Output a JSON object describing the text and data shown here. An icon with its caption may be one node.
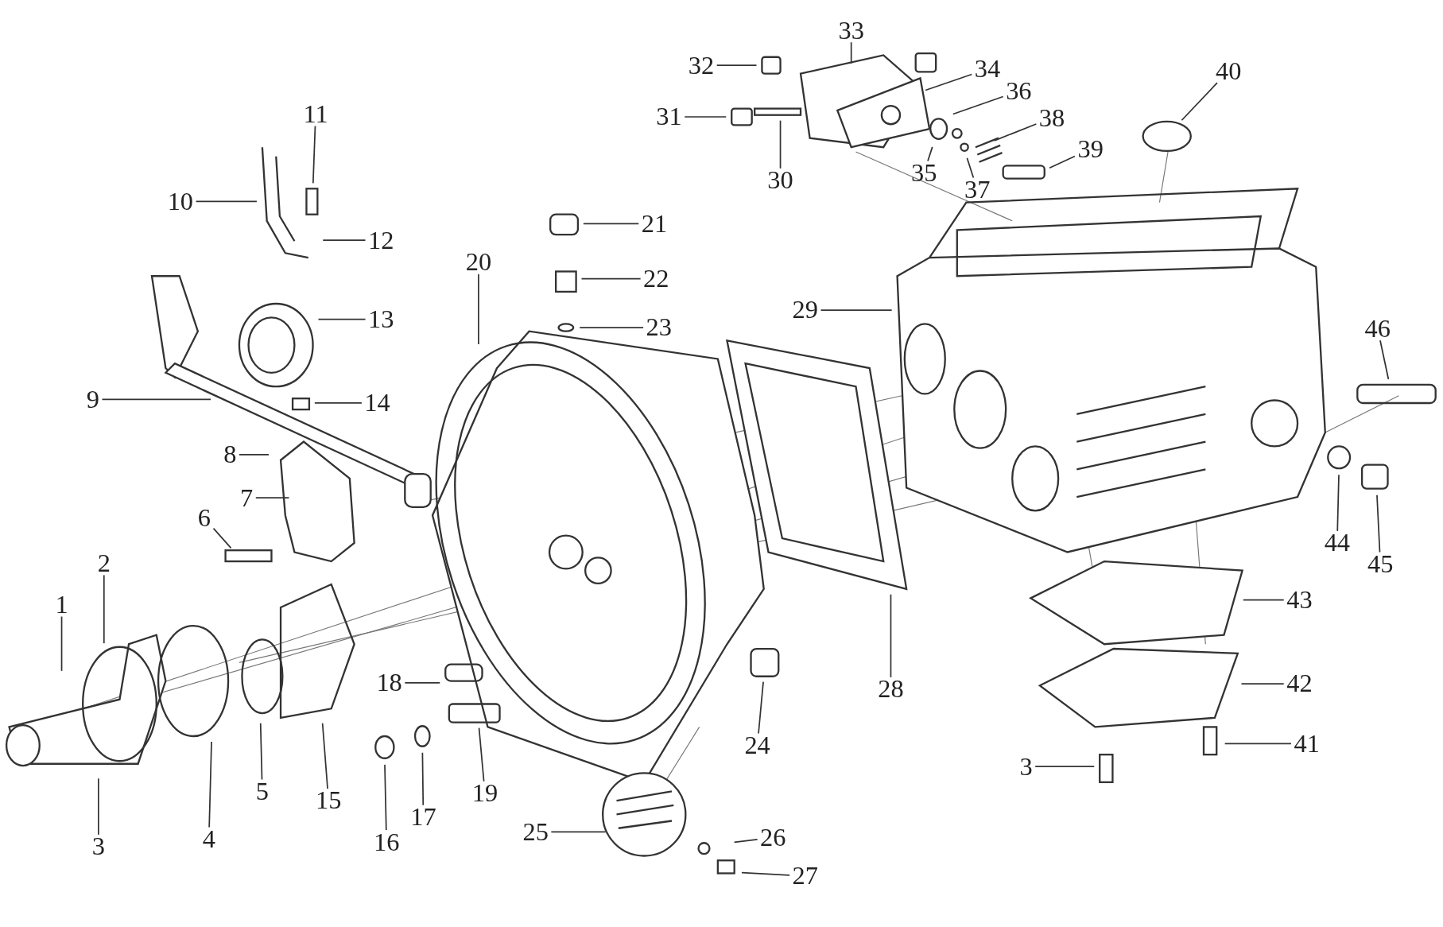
{
  "diagram": {
    "nodes": [
      {
        "text": [
          "1"
        ]
      },
      {
        "text": [
          "2"
        ]
      },
      {
        "text": [
          "3"
        ]
      },
      {
        "text": [
          "4"
        ]
      },
      {
        "text": [
          "5"
        ]
      },
      {
        "text": [
          "6"
        ]
      },
      {
        "text": [
          "7"
        ]
      },
      {
        "text": [
          "8"
        ]
      },
      {
        "text": [
          "9"
        ]
      },
      {
        "text": [
          "10"
        ]
      },
      {
        "text": [
          "11"
        ]
      },
      {
        "text": [
          "12"
        ]
      },
      {
        "text": [
          "13"
        ]
      },
      {
        "text": [
          "14"
        ]
      },
      {
        "text": [
          "15"
        ]
      },
      {
        "text": [
          "16"
        ]
      },
      {
        "text": [
          "17"
        ]
      },
      {
        "text": [
          "18"
        ]
      },
      {
        "text": [
          "19"
        ]
      },
      {
        "text": [
          "20"
        ]
      },
      {
        "text": [
          "21"
        ]
      },
      {
        "text": [
          "22"
        ]
      },
      {
        "text": [
          "23"
        ]
      },
      {
        "text": [
          "24"
        ]
      },
      {
        "text": [
          "25"
        ]
      },
      {
        "text": [
          "26"
        ]
      },
      {
        "text": [
          "27"
        ]
      },
      {
        "text": [
          "28"
        ]
      },
      {
        "text": [
          "29"
        ]
      },
      {
        "text": [
          "30"
        ]
      },
      {
        "text": [
          "31"
        ]
      },
      {
        "text": [
          "32"
        ]
      },
      {
        "text": [
          "33"
        ]
      },
      {
        "text": [
          "34"
        ]
      },
      {
        "text": [
          "35"
        ]
      },
      {
        "text": [
          "36"
        ]
      },
      {
        "text": [
          "37"
        ]
      },
      {
        "text": [
          "38"
        ]
      },
      {
        "text": [
          "39"
        ]
      },
      {
        "text": [
          "40"
        ]
      },
      {
        "text": [
          "41"
        ]
      },
      {
        "text": [
          "42"
        ]
      },
      {
        "text": [
          "43"
        ]
      },
      {
        "text": [
          "44"
        ]
      },
      {
        "text": [
          "45"
        ]
      },
      {
        "text": [
          "46"
        ]
      },
      {
        "text": [
          "3"
        ]
      }
    ],
    "edges": [
      {
        "from": 0,
        "to": null,
        "arrow": "none"
      },
      {
        "from": 1,
        "to": null,
        "arrow": "none"
      },
      {
        "from": 2,
        "to": null,
        "arrow": "none"
      },
      {
        "from": 3,
        "to": null,
        "arrow": "none"
      },
      {
        "from": 4,
        "to": null,
        "arrow": "none"
      },
      {
        "from": 5,
        "to": null,
        "arrow": "none"
      },
      {
        "from": 6,
        "to": null,
        "arrow": "none"
      },
      {
        "from": 7,
        "to": null,
        "arrow": "none"
      },
      {
        "from": 8,
        "to": null,
        "arrow": "none"
      },
      {
        "from": 9,
        "to": null,
        "arrow": "none"
      },
      {
        "from": 10,
        "to": null,
        "arrow": "none"
      },
      {
        "from": 11,
        "to": null,
        "arrow": "none"
      },
      {
        "from": 12,
        "to": null,
        "arrow": "none"
      },
      {
        "from": 13,
        "to": null,
        "arrow": "none"
      },
      {
        "from": 14,
        "to": null,
        "arrow": "none"
      },
      {
        "from": 15,
        "to": null,
        "arrow": "none"
      },
      {
        "from": 16,
        "to": null,
        "arrow": "none"
      },
      {
        "from": 17,
        "to": null,
        "arrow": "none"
      },
      {
        "from": 18,
        "to": null,
        "arrow": "none"
      },
      {
        "from": 19,
        "to": null,
        "arrow": "none"
      },
      {
        "from": 20,
        "to": null,
        "arrow": "none"
      },
      {
        "from": 21,
        "to": null,
        "arrow": "none"
      },
      {
        "from": 22,
        "to": null,
        "arrow": "none"
      },
      {
        "from": 23,
        "to": null,
        "arrow": "none"
      },
      {
        "from": 24,
        "to": null,
        "arrow": "none"
      },
      {
        "from": 25,
        "to": null,
        "arrow": "none"
      },
      {
        "from": 26,
        "to": null,
        "arrow": "none"
      },
      {
        "from": 27,
        "to": null,
        "arrow": "none"
      },
      {
        "from": 28,
        "to": null,
        "arrow": "none"
      },
      {
        "from": 29,
        "to": null,
        "arrow": "none"
      },
      {
        "from": 30,
        "to": null,
        "arrow": "none"
      },
      {
        "from": 31,
        "to": null,
        "arrow": "none"
      },
      {
        "from": 32,
        "to": null,
        "arrow": "none"
      },
      {
        "from": 33,
        "to": null,
        "arrow": "none"
      },
      {
        "from": 34,
        "to": null,
        "arrow": "none"
      },
      {
        "from": 35,
        "to": null,
        "arrow": "none"
      },
      {
        "from": 36,
        "to": null,
        "arrow": "none"
      },
      {
        "from": 37,
        "to": null,
        "arrow": "none"
      },
      {
        "from": 38,
        "to": null,
        "arrow": "none"
      },
      {
        "from": 39,
        "to": null,
        "arrow": "none"
      },
      {
        "from": 40,
        "to": null,
        "arrow": "none"
      },
      {
        "from": 41,
        "to": null,
        "arrow": "none"
      },
      {
        "from": 42,
        "to": null,
        "arrow": "none"
      },
      {
        "from": 43,
        "to": null,
        "arrow": "none"
      },
      {
        "from": 44,
        "to": null,
        "arrow": "none"
      },
      {
        "from": 45,
        "to": null,
        "arrow": "none"
      },
      {
        "from": 46,
        "to": null,
        "arrow": "none"
      }
    ]
  }
}
